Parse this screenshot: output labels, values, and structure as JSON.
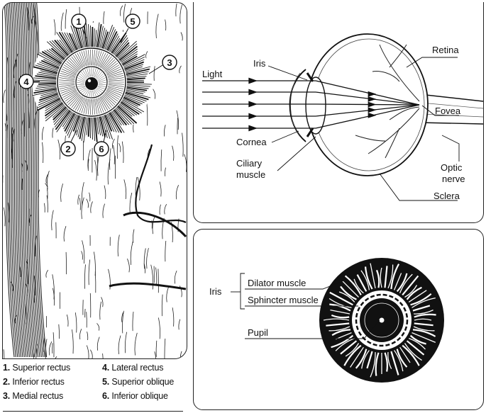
{
  "left_panel": {
    "markers": [
      "1",
      "2",
      "3",
      "4",
      "5",
      "6"
    ]
  },
  "legend": [
    {
      "num": "1.",
      "label": "Superior rectus"
    },
    {
      "num": "2.",
      "label": "Inferior rectus"
    },
    {
      "num": "3.",
      "label": "Medial rectus"
    },
    {
      "num": "4.",
      "label": "Lateral rectus"
    },
    {
      "num": "5.",
      "label": "Superior oblique"
    },
    {
      "num": "6.",
      "label": "Inferior oblique"
    }
  ],
  "eye_section": {
    "light": "Light",
    "iris": "Iris",
    "cornea": "Cornea",
    "ciliary_1": "Ciliary",
    "ciliary_2": "muscle",
    "retina": "Retina",
    "fovea": "Fovea",
    "optic_1": "Optic",
    "optic_2": "nerve",
    "sclera": "Sclera"
  },
  "iris_detail": {
    "iris": "Iris",
    "dilator": "Dilator muscle",
    "sphincter": "Sphincter muscle",
    "pupil": "Pupil"
  }
}
